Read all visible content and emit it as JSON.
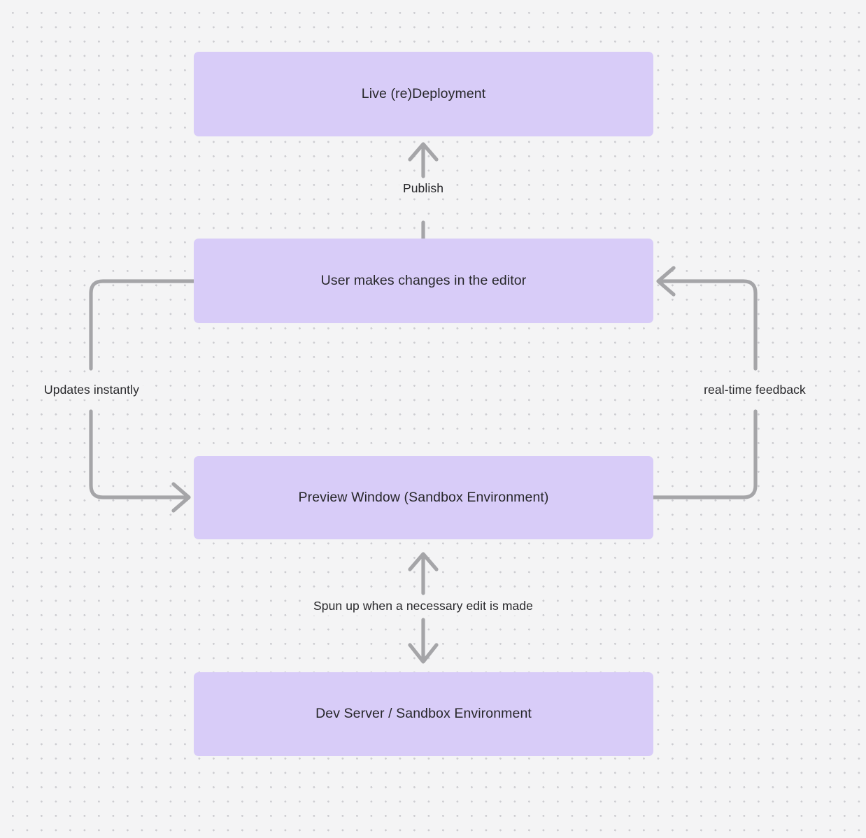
{
  "diagram": {
    "title_visible": false,
    "background": {
      "color": "#f4f4f5",
      "dot_color": "#cdcdd1",
      "pattern": "dot-grid"
    },
    "node_style": {
      "fill": "#d8ccf8",
      "text_color": "#27272a"
    },
    "edge_style": {
      "stroke": "#a5a5a8",
      "label_text_color": "#27272a"
    },
    "nodes": [
      {
        "id": "live-deployment",
        "label": "Live (re)Deployment"
      },
      {
        "id": "user-edits",
        "label": "User makes changes in the editor"
      },
      {
        "id": "preview-window",
        "label": "Preview Window (Sandbox Environment)"
      },
      {
        "id": "dev-server",
        "label": "Dev Server / Sandbox Environment"
      }
    ],
    "edges": [
      {
        "id": "edge-publish",
        "from": "user-edits",
        "to": "live-deployment",
        "label": "Publish",
        "direction": "one-way"
      },
      {
        "id": "edge-updates-instantly",
        "from": "user-edits",
        "to": "preview-window",
        "label": "Updates instantly",
        "direction": "one-way"
      },
      {
        "id": "edge-real-time-feedback",
        "from": "preview-window",
        "to": "user-edits",
        "label": "real-time feedback",
        "direction": "one-way"
      },
      {
        "id": "edge-spun-up",
        "from": "preview-window",
        "to": "dev-server",
        "label": "Spun up when a necessary edit is made",
        "direction": "bidirectional"
      }
    ]
  }
}
